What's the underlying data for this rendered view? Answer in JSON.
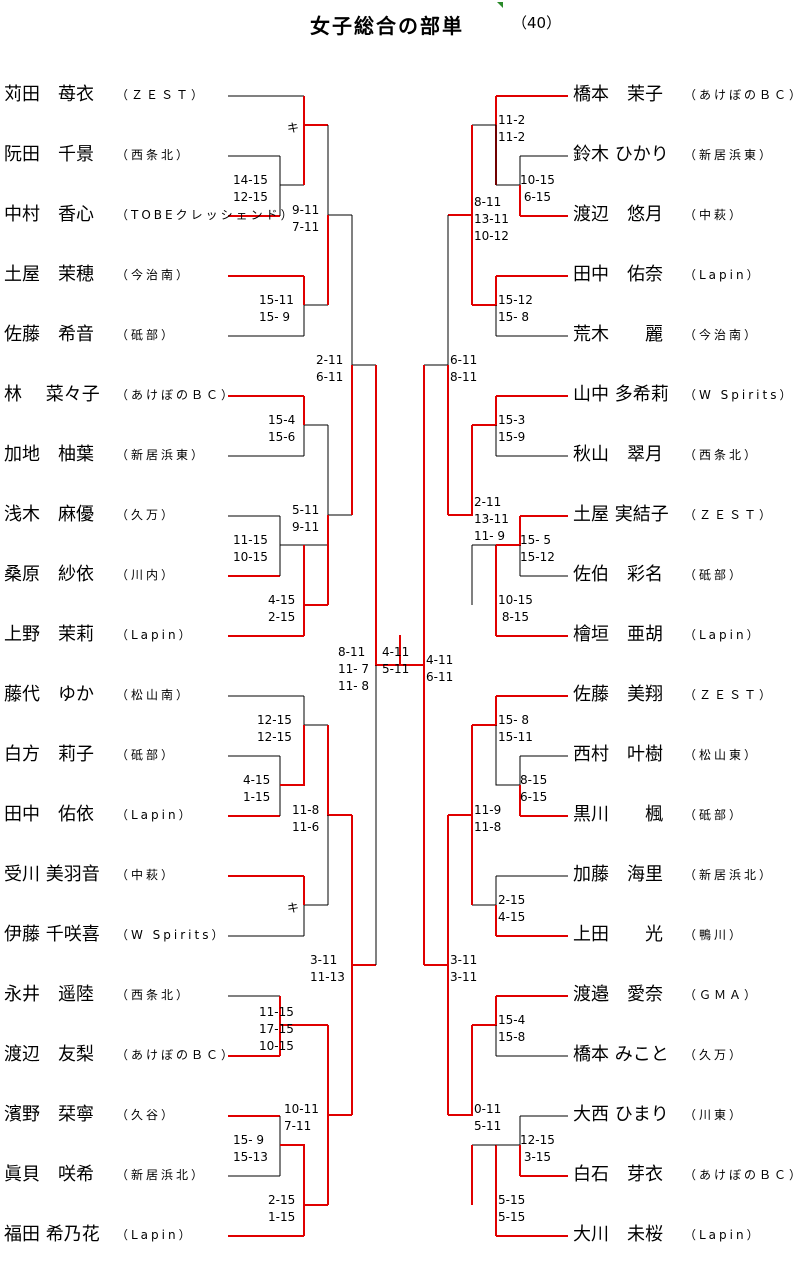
{
  "title": "女子総合の部単",
  "count": "（40）",
  "left_players": [
    {
      "name": "苅田　苺衣",
      "club": "（ＺＥＳＴ）"
    },
    {
      "name": "阮田　千景",
      "club": "（西条北）"
    },
    {
      "name": "中村　香心",
      "club": "（TOBEクレッシェンド）"
    },
    {
      "name": "土屋　茉穂",
      "club": "（今治南）"
    },
    {
      "name": "佐藤　希音",
      "club": "（砥部）"
    },
    {
      "name": "林　 菜々子",
      "club": "（あけぼのＢＣ）"
    },
    {
      "name": "加地　柚葉",
      "club": "（新居浜東）"
    },
    {
      "name": "浅木　麻優",
      "club": "（久万）"
    },
    {
      "name": "桑原　紗依",
      "club": "（川内）"
    },
    {
      "name": "上野　茉莉",
      "club": "（Lapin）"
    },
    {
      "name": "藤代　ゆか",
      "club": "（松山南）"
    },
    {
      "name": "白方　莉子",
      "club": "（砥部）"
    },
    {
      "name": "田中　佑依",
      "club": "（Lapin）"
    },
    {
      "name": "受川 美羽音",
      "club": "（中萩）"
    },
    {
      "name": "伊藤 千咲喜",
      "club": "（W Spirits）"
    },
    {
      "name": "永井　遥陸",
      "club": "（西条北）"
    },
    {
      "name": "渡辺　友梨",
      "club": "（あけぼのＢＣ）"
    },
    {
      "name": "濱野　栞寧",
      "club": "（久谷）"
    },
    {
      "name": "眞貝　咲希",
      "club": "（新居浜北）"
    },
    {
      "name": "福田 希乃花",
      "club": "（Lapin）"
    }
  ],
  "right_players": [
    {
      "name": "橋本　茉子",
      "club": "（あけぼのＢＣ）"
    },
    {
      "name": "鈴木 ひかり",
      "club": "（新居浜東）"
    },
    {
      "name": "渡辺　悠月",
      "club": "（中萩）"
    },
    {
      "name": "田中　佑奈",
      "club": "（Lapin）"
    },
    {
      "name": "荒木　　麗",
      "club": "（今治南）"
    },
    {
      "name": "山中 多希莉",
      "club": "（W Spirits）"
    },
    {
      "name": "秋山　翠月",
      "club": "（西条北）"
    },
    {
      "name": "土屋 実結子",
      "club": "（ＺＥＳＴ）"
    },
    {
      "name": "佐伯　彩名",
      "club": "（砥部）"
    },
    {
      "name": "檜垣　亜胡",
      "club": "（Lapin）"
    },
    {
      "name": "佐藤　美翔",
      "club": "（ＺＥＳＴ）"
    },
    {
      "name": "西村　叶樹",
      "club": "（松山東）"
    },
    {
      "name": "黒川　　楓",
      "club": "（砥部）"
    },
    {
      "name": "加藤　海里",
      "club": "（新居浜北）"
    },
    {
      "name": "上田　　光",
      "club": "（鴨川）"
    },
    {
      "name": "渡邉　愛奈",
      "club": "（ＧＭＡ）"
    },
    {
      "name": "橋本 みこと",
      "club": "（久万）"
    },
    {
      "name": "大西 ひまり",
      "club": "（川東）"
    },
    {
      "name": "白石　芽衣",
      "club": "（あけぼのＢＣ）"
    },
    {
      "name": "大川　未桜",
      "club": "（Lapin）"
    }
  ],
  "left_scores": [
    "キ",
    "14-15\n12-15",
    "9-11\n7-11",
    "15-11\n15- 9",
    "2-11\n6-11",
    "15-4\n15-6",
    "5-11\n9-11",
    "11-15\n10-15",
    "4-15\n2-15",
    "8-11\n11- 7\n11- 8",
    "12-15\n12-15",
    "4-15\n1-15",
    "11-8\n11-6",
    "キ",
    "3-11\n11-13",
    "11-15\n17-15\n10-15",
    "10-11\n7-11",
    "15- 9\n15-13",
    "2-15\n1-15"
  ],
  "final_score": "4-11\n5-11",
  "right_scores": [
    "11-2\n11-2",
    "8-11\n13-11\n10-12",
    "10-15\n 6-15",
    "15-12\n15- 8",
    "6-11\n8-11",
    "15-3\n15-9",
    "2-11\n13-11\n11- 9",
    "15- 5\n15-12",
    "10-15\n 8-15",
    "4-11\n6-11",
    "15- 8\n15-11",
    "8-15\n6-15",
    "11-9\n11-8",
    "2-15\n4-15",
    "3-11\n3-11",
    "15-4\n15-8",
    "0-11\n5-11",
    "12-15\n 3-15",
    "5-15\n5-15"
  ]
}
